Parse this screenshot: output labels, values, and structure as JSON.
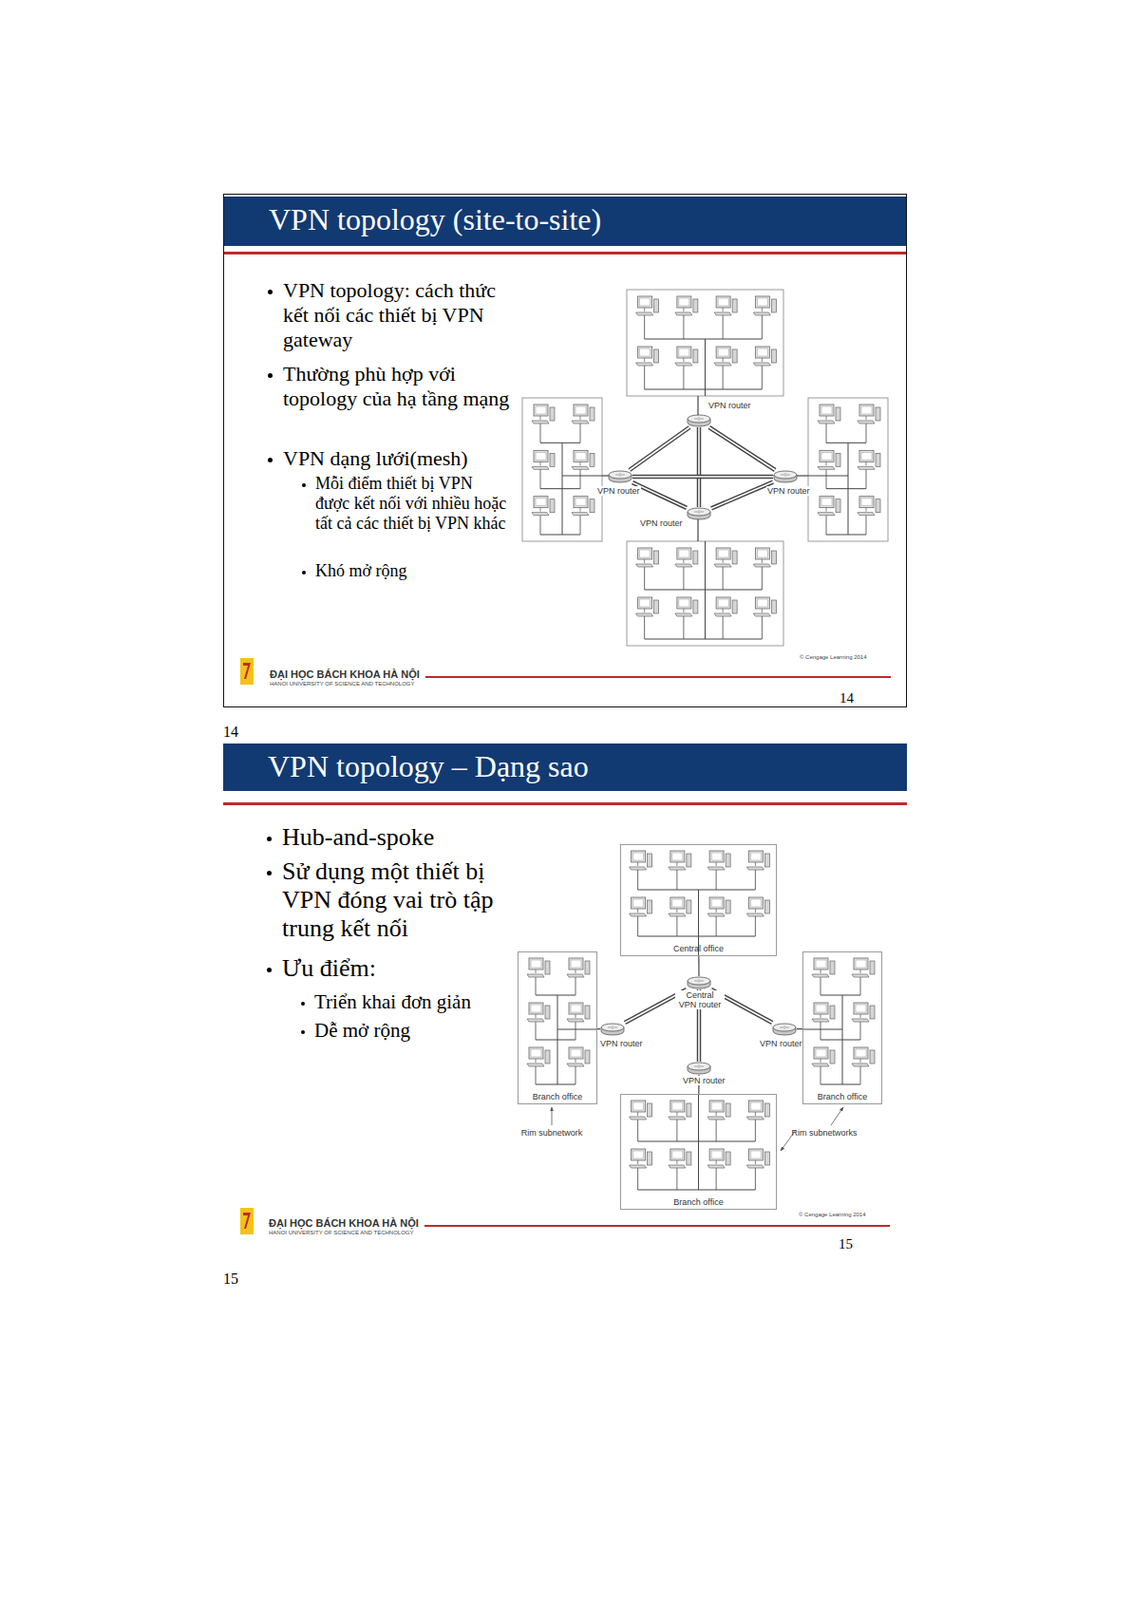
{
  "diagram": {
    "nodes": [
      {
        "text": [
          "VPN topology (site-to-site)",
          "VPN topology: cách thức kết nối các thiết bị VPN gateway",
          "Thường phù hợp với topology của hạ tầng mạng",
          "VPN dạng lưới(mesh)",
          "Mỗi điểm thiết bị VPN được kết nối với nhiều hoặc tất cả các thiết bị VPN khác",
          "Khó mở rộng",
          "ĐẠI HỌC BÁCH KHOA HÀ NỘI",
          "HANOI UNIVERSITY OF SCIENCE AND TECHNOLOGY",
          "© Cengage Learning 2014",
          "14"
        ]
      },
      {
        "text": [
          "VPN router"
        ],
        "in": 0
      },
      {
        "text": [
          "VPN router"
        ],
        "in": 0
      },
      {
        "text": [
          "VPN router"
        ],
        "in": 0
      },
      {
        "text": [
          "VPN router"
        ],
        "in": 0
      },
      {
        "text": [
          "VPN topology – Dạng sao",
          "Hub-and-spoke",
          "Sử dụng một thiết bị VPN đóng vai trò tập trung kết nối",
          "Ưu điểm:",
          "Triển khai đơn giản",
          "Dễ mở rộng",
          "ĐẠI HỌC BÁCH KHOA HÀ NỘI",
          "HANOI UNIVERSITY OF SCIENCE AND TECHNOLOGY",
          "© Cengage Learning 2014",
          "15"
        ]
      },
      {
        "text": [
          "Central office"
        ],
        "in": 5
      },
      {
        "text": [
          "Central VPN router"
        ],
        "in": 5
      },
      {
        "text": [
          "VPN router"
        ],
        "in": 5
      },
      {
        "text": [
          "VPN router"
        ],
        "in": 5
      },
      {
        "text": [
          "VPN router"
        ],
        "in": 5
      },
      {
        "text": [
          "Branch office"
        ],
        "in": 5
      },
      {
        "text": [
          "Branch office"
        ],
        "in": 5
      },
      {
        "text": [
          "Branch office"
        ],
        "in": 5
      }
    ],
    "edges": [
      {
        "from": 1,
        "to": 2,
        "arrow": "none"
      },
      {
        "from": 1,
        "to": 3,
        "arrow": "none"
      },
      {
        "from": 1,
        "to": 4,
        "arrow": "none"
      },
      {
        "from": 2,
        "to": 3,
        "arrow": "none"
      },
      {
        "from": 2,
        "to": 4,
        "arrow": "none"
      },
      {
        "from": 3,
        "to": 4,
        "arrow": "none"
      },
      {
        "from": 6,
        "to": 7,
        "arrow": "none"
      },
      {
        "from": 7,
        "to": 8,
        "arrow": "none"
      },
      {
        "from": 7,
        "to": 9,
        "arrow": "none"
      },
      {
        "from": 7,
        "to": 10,
        "arrow": "none"
      },
      {
        "from": 8,
        "to": 11,
        "arrow": "none"
      },
      {
        "from": 9,
        "to": 12,
        "arrow": "none"
      },
      {
        "from": 10,
        "to": 13,
        "arrow": "none"
      }
    ],
    "labels": [
      "14",
      "15",
      "Rim subnetwork",
      "Rim subnetworks"
    ]
  }
}
